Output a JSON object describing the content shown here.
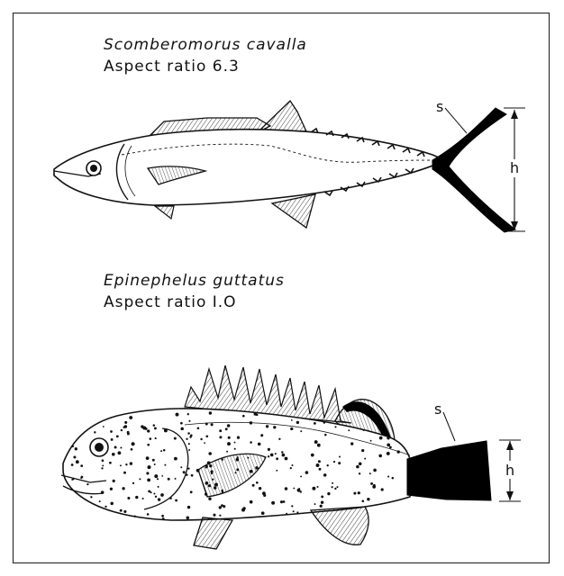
{
  "figure": {
    "fish1": {
      "name": "Scomberomorus cavalla",
      "ratio_label": "Aspect ratio 6.3",
      "span_label": "s",
      "height_label": "h"
    },
    "fish2": {
      "name": "Epinephelus guttatus",
      "ratio_label": "Aspect ratio I.O",
      "span_label": "s",
      "height_label": "h"
    },
    "colors": {
      "ink": "#111111",
      "fin_fill": "#000000",
      "background": "#ffffff"
    }
  }
}
